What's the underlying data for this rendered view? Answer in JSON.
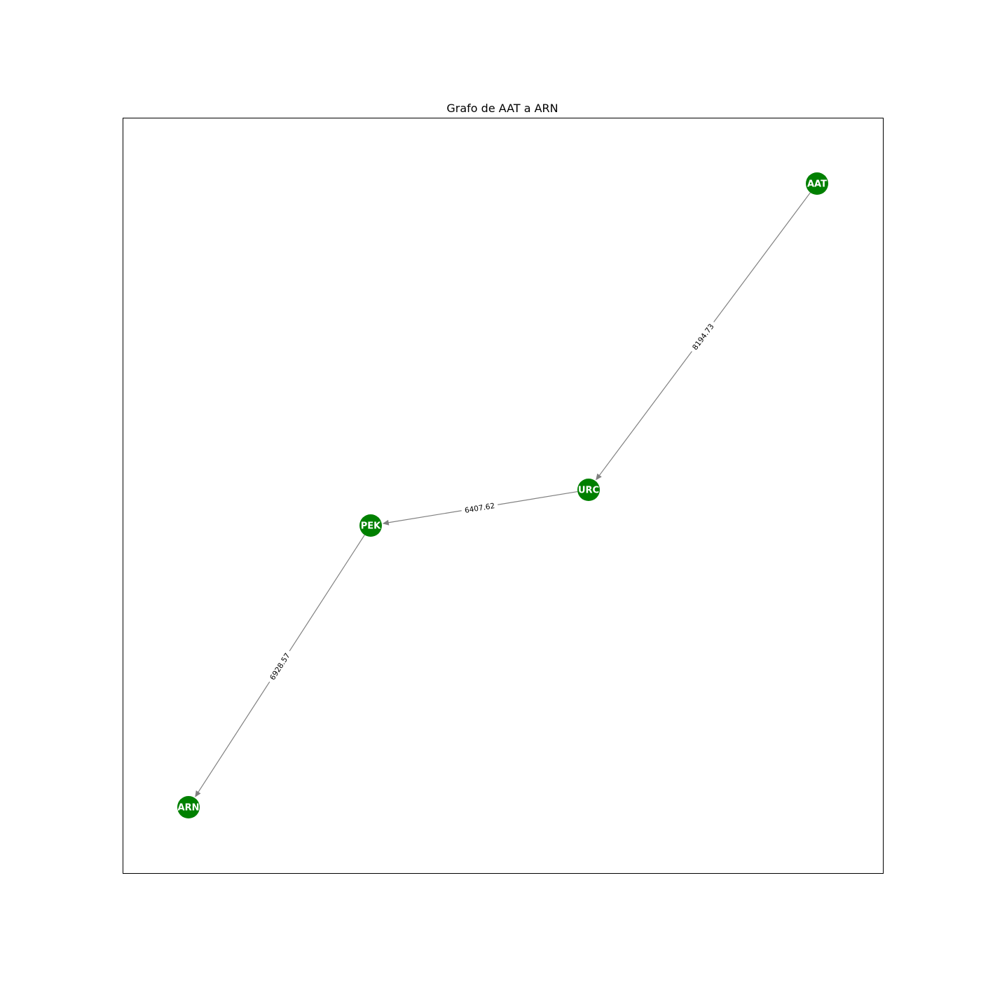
{
  "title": "Grafo de AAT a ARN",
  "colors": {
    "node_fill": "#008000",
    "node_text": "#ffffff",
    "edge": "#808080",
    "frame": "#000000",
    "background": "#ffffff"
  },
  "graph": {
    "directed": true,
    "nodes": [
      {
        "id": "AAT",
        "label": "AAT"
      },
      {
        "id": "URC",
        "label": "URC"
      },
      {
        "id": "PEK",
        "label": "PEK"
      },
      {
        "id": "ARN",
        "label": "ARN"
      }
    ],
    "edges": [
      {
        "from": "AAT",
        "to": "URC",
        "weight": "8194.73"
      },
      {
        "from": "URC",
        "to": "PEK",
        "weight": "6407.62"
      },
      {
        "from": "PEK",
        "to": "ARN",
        "weight": "6928.57"
      }
    ]
  }
}
